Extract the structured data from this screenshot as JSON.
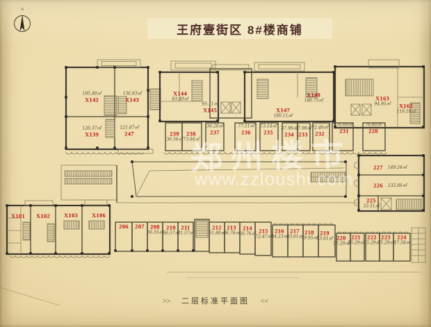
{
  "title": "王府壹街区 8#楼商铺",
  "north": {
    "label": "N"
  },
  "watermark": {
    "name": "郑州楼市",
    "url": "www.zzloushi.com"
  },
  "footer": {
    "arrow_l": ">>",
    "text": "二层标准平面图",
    "arrow_r": "<<"
  },
  "colors": {
    "paper": "#ecdaa9",
    "wall": "#3d392e",
    "unit_number": "#bd1717",
    "watermark": "#ffffff"
  },
  "units": {
    "x142": {
      "id": "X142",
      "area": "195.49㎡"
    },
    "x143": {
      "id": "X143",
      "area": "136.93㎡"
    },
    "x139": {
      "id": "X139",
      "area": "120.37㎡"
    },
    "u247": {
      "id": "247",
      "area": "121.67㎡"
    },
    "x144": {
      "id": "X144",
      "area": "83.49㎡"
    },
    "x145": {
      "id": "X145",
      "area": "95.11㎡"
    },
    "u239": {
      "id": "239",
      "area": "36.56㎡"
    },
    "u238": {
      "id": "238",
      "area": "73.84㎡"
    },
    "u237": {
      "id": "237",
      "area": "36.20㎡"
    },
    "u236": {
      "id": "236",
      "area": "77.51㎡"
    },
    "u235": {
      "id": "235",
      "area": "73.14㎡"
    },
    "x147": {
      "id": "X147",
      "area": "180.11㎡"
    },
    "u234": {
      "id": "234",
      "area": "37.98㎡"
    },
    "u233": {
      "id": "233",
      "area": "37.98㎡"
    },
    "x148": {
      "id": "X148",
      "area": "180.75㎡"
    },
    "u232": {
      "id": "232",
      "area": "72.49㎡"
    },
    "u231": {
      "id": "231",
      "area": "76.69㎡"
    },
    "x163": {
      "id": "X163",
      "area": "94.95㎡"
    },
    "x162": {
      "id": "X162",
      "area": "119.19㎡"
    },
    "u228": {
      "id": "228",
      "area": "76.60㎡"
    },
    "u227": {
      "id": "227",
      "area": "149.24㎡"
    },
    "u226": {
      "id": "226",
      "area": "132.66㎡"
    },
    "u225": {
      "id": "225",
      "area": "33.51㎡"
    },
    "x101": {
      "id": "X101"
    },
    "x102": {
      "id": "X102"
    },
    "x103": {
      "id": "X103"
    },
    "x106": {
      "id": "X106"
    },
    "u206": {
      "id": "206"
    },
    "u207": {
      "id": "207"
    },
    "u208": {
      "id": "208",
      "area": "66.55㎡"
    },
    "u210": {
      "id": "210",
      "area": "66.57㎡"
    },
    "u211": {
      "id": "211",
      "area": "61.57㎡"
    },
    "u212": {
      "id": "212",
      "area": "61.80㎡"
    },
    "u213": {
      "id": "213",
      "area": "66.76㎡"
    },
    "u214": {
      "id": "214",
      "area": "66.76㎡"
    },
    "u215": {
      "id": "215",
      "area": "72.47㎡"
    },
    "u216": {
      "id": "216",
      "area": "84.23㎡"
    },
    "u217": {
      "id": "217",
      "area": "83.61㎡"
    },
    "u218": {
      "id": "218",
      "area": "79.95㎡"
    },
    "u219": {
      "id": "219",
      "area": "83.61㎡"
    },
    "u220": {
      "id": "220",
      "area": "55.29㎡"
    },
    "u221": {
      "id": "221",
      "area": "55.29㎡"
    },
    "u222": {
      "id": "222",
      "area": "55.29㎡"
    },
    "u223": {
      "id": "223",
      "area": "55.29㎡"
    },
    "u224": {
      "id": "224",
      "area": "47.58㎡"
    }
  }
}
